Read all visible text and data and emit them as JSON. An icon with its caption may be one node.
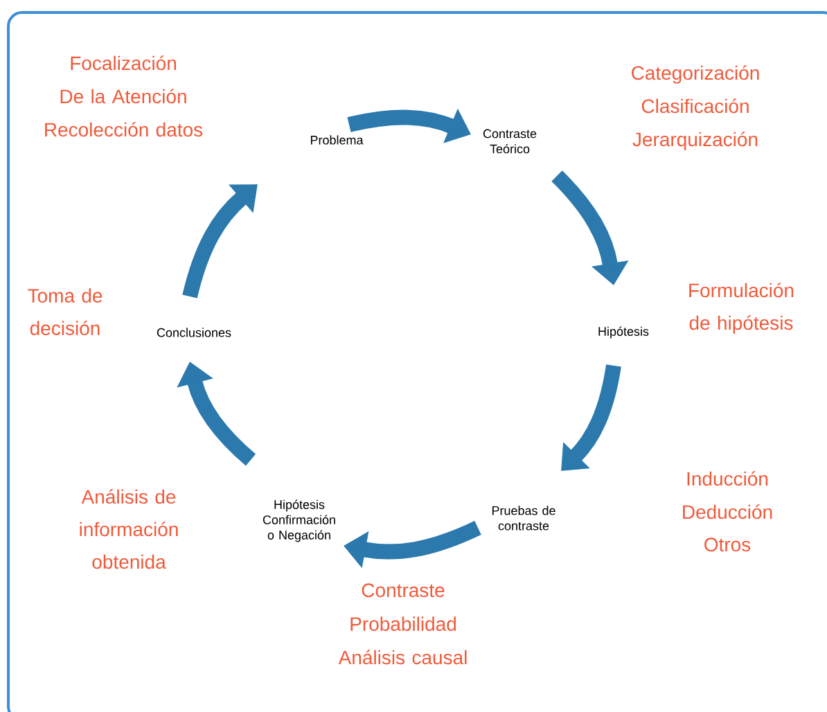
{
  "diagram": {
    "nodes": [
      {
        "text": [
          "Problema"
        ]
      },
      {
        "text": [
          "Contraste Teórico"
        ]
      },
      {
        "text": [
          "Hipótesis"
        ]
      },
      {
        "text": [
          "Pruebas de contraste"
        ]
      },
      {
        "text": [
          "Hipótesis Confirmación o Negación"
        ]
      },
      {
        "text": [
          "Conclusiones"
        ]
      }
    ],
    "edges": [
      {
        "from": 0,
        "to": 1,
        "arrow": "to"
      },
      {
        "from": 1,
        "to": 2,
        "arrow": "to"
      },
      {
        "from": 2,
        "to": 3,
        "arrow": "to"
      },
      {
        "from": 3,
        "to": 4,
        "arrow": "to"
      },
      {
        "from": 4,
        "to": 5,
        "arrow": "to"
      },
      {
        "from": 5,
        "to": 0,
        "arrow": "to"
      }
    ],
    "labels": [
      "Focalización",
      "De la Atención",
      "Recolección datos",
      "Categorización",
      "Clasificación",
      "Jerarquización",
      "Toma de decisión",
      "Formulación de hipótesis",
      "Análisis de información obtenida",
      "Inducción",
      "Deducción",
      "Otros",
      "Contraste",
      "Probabilidad",
      "Análisis causal"
    ]
  }
}
